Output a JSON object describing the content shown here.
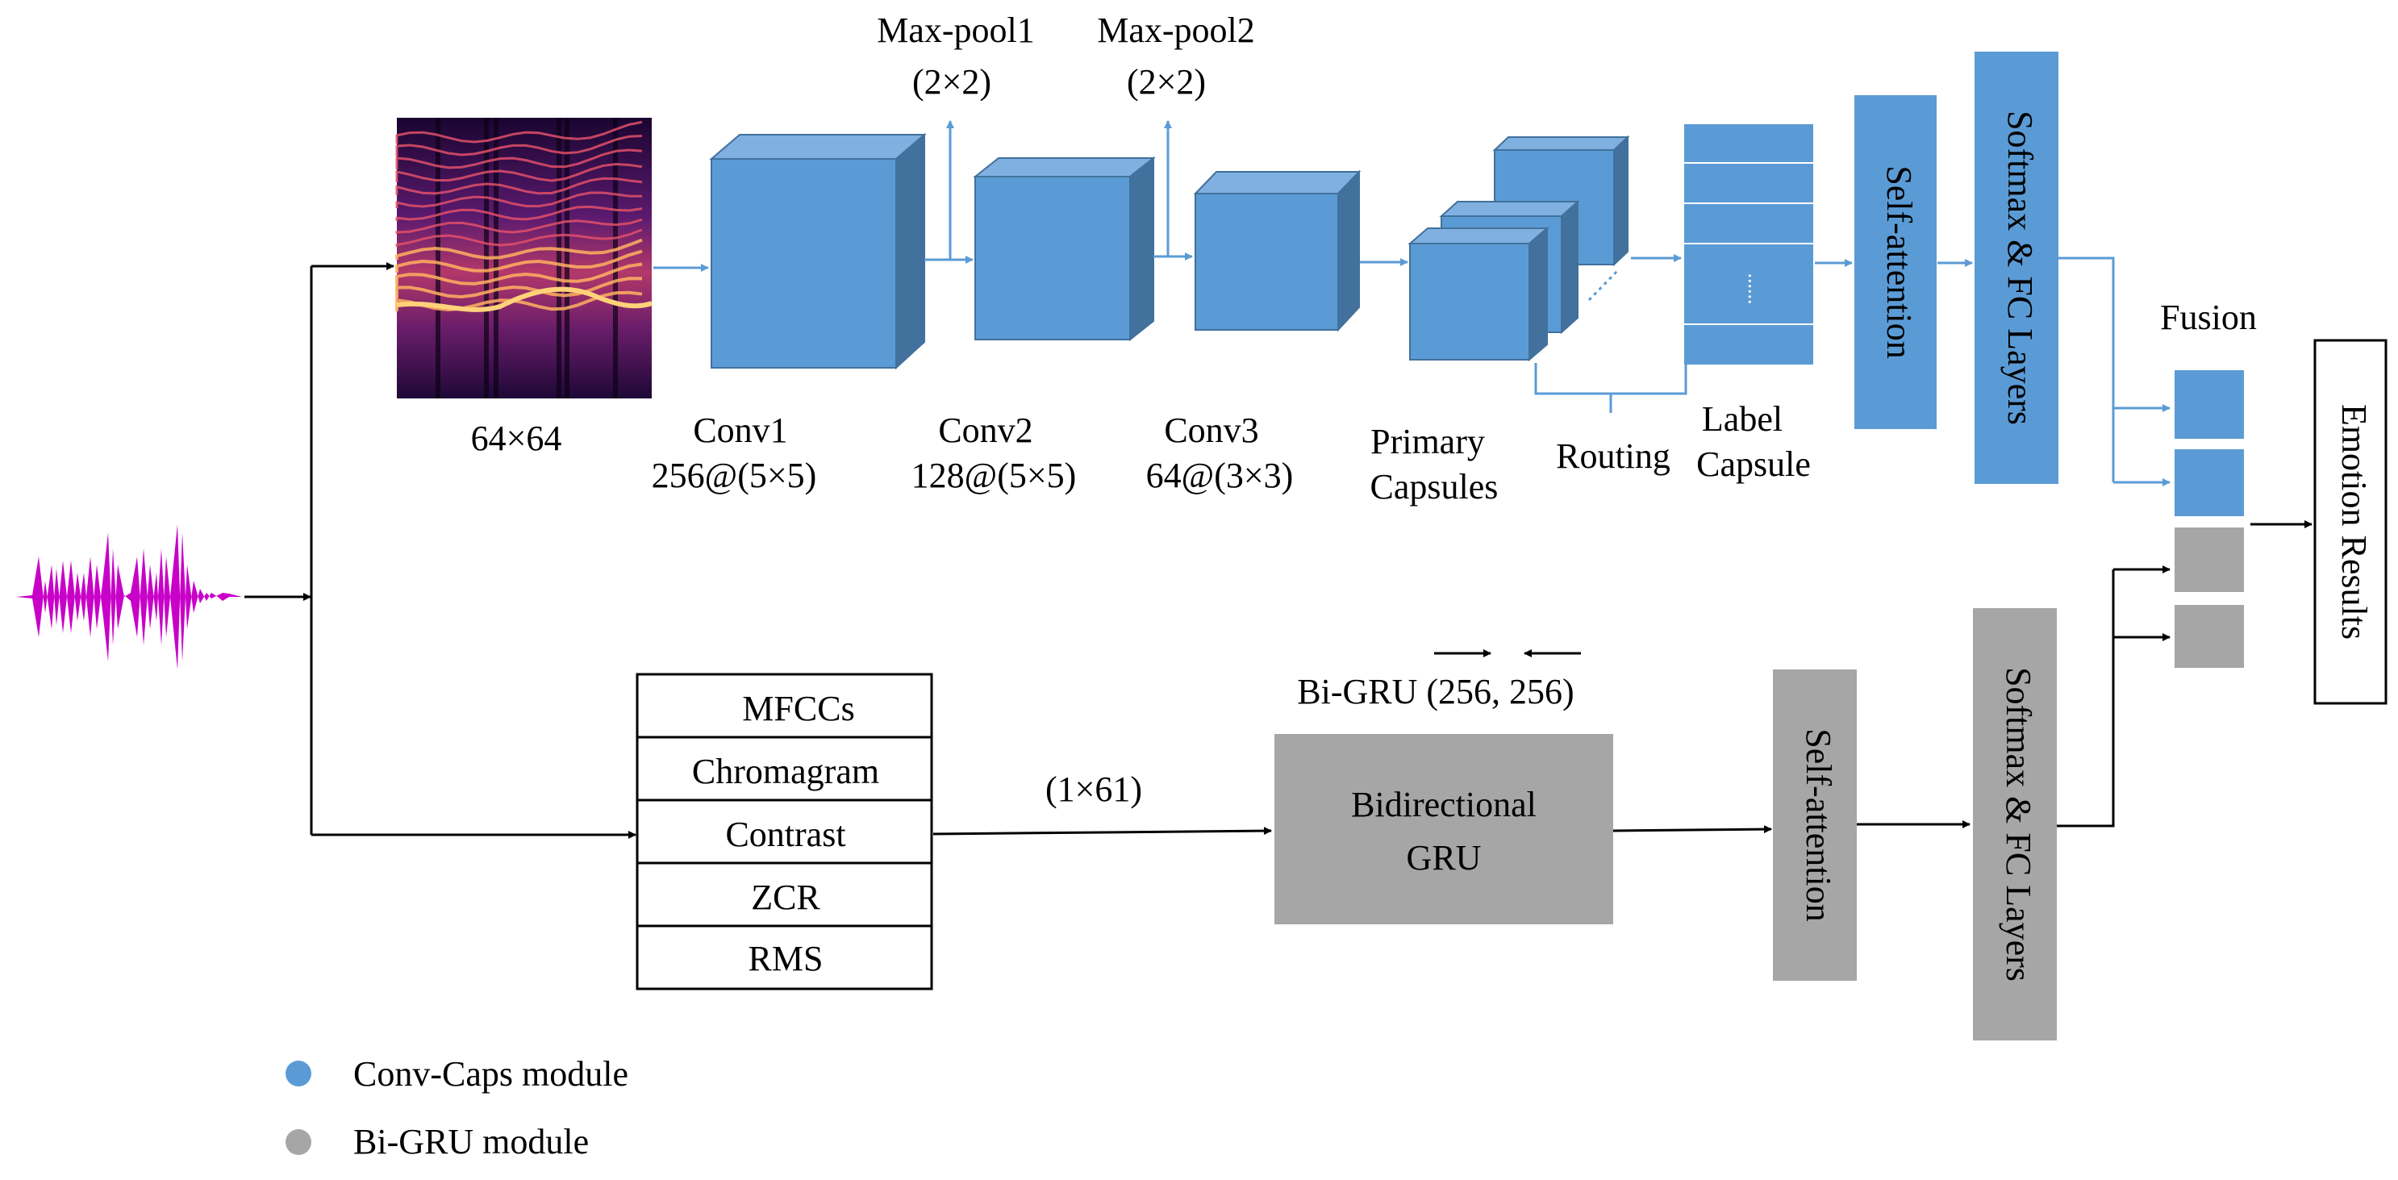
{
  "colors": {
    "conv_caps_blue": "#5b9bd5",
    "conv_caps_blue_top": "#7fb0e0",
    "conv_caps_blue_side": "#41719c",
    "bigru_gray": "#a6a6a6",
    "arrow_blue": "#5b9bd5",
    "arrow_black": "#000000",
    "waveform_magenta": "#c800c8"
  },
  "top_branch": {
    "spectrogram_size": "64×64",
    "maxpool1": {
      "name": "Max-pool1",
      "size": "(2×2)"
    },
    "maxpool2": {
      "name": "Max-pool2",
      "size": "(2×2)"
    },
    "conv1": {
      "name": "Conv1",
      "spec": "256@(5×5)"
    },
    "conv2": {
      "name": "Conv2",
      "spec": "128@(5×5)"
    },
    "conv3": {
      "name": "Conv3",
      "spec": "64@(3×3)"
    },
    "primary_capsules": {
      "line1": "Primary",
      "line2": "Capsules"
    },
    "routing": "Routing",
    "label_capsule": {
      "line1": "Label",
      "line2": "Capsule",
      "dots": "......"
    },
    "self_attention": "Self-attention",
    "softmax_fc": "Softmax & FC Layers"
  },
  "bottom_branch": {
    "features": [
      "MFCCs",
      "Chromagram",
      "Contrast",
      "ZCR",
      "RMS"
    ],
    "feature_dim": "(1×61)",
    "bigru_label": "Bi-GRU (256, 256)",
    "bigru_box": {
      "line1": "Bidirectional",
      "line2": "GRU"
    },
    "self_attention": "Self-attention",
    "softmax_fc": "Softmax & FC Layers"
  },
  "fusion": {
    "label": "Fusion"
  },
  "output": {
    "label": "Emotion Results"
  },
  "legend": [
    {
      "label": "Conv-Caps module",
      "color": "#5b9bd5"
    },
    {
      "label": "Bi-GRU module",
      "color": "#a6a6a6"
    }
  ]
}
